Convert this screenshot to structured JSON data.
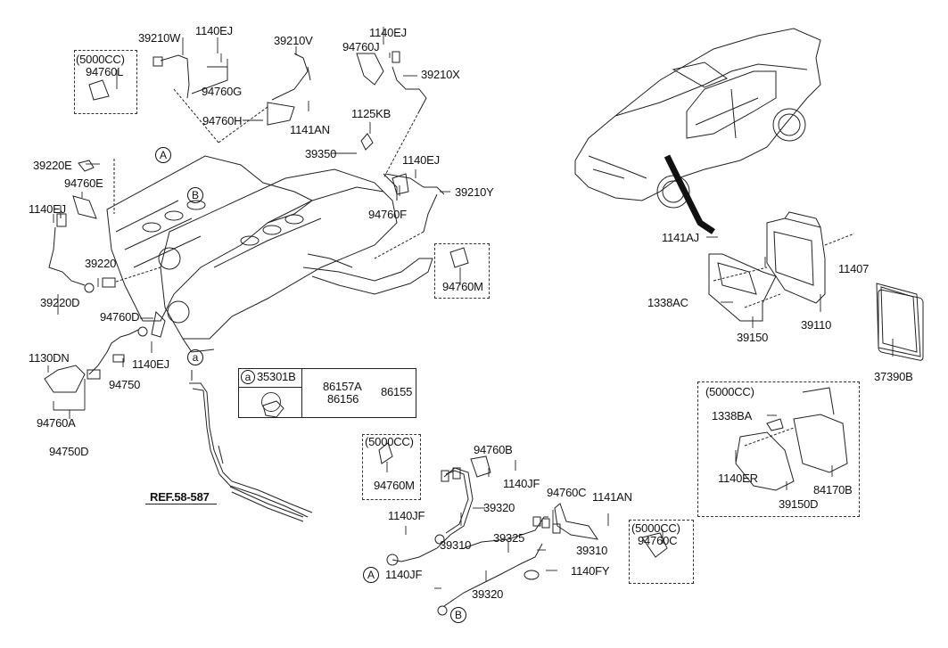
{
  "diagram": {
    "variant_label": "(5000CC)",
    "callouts": {
      "A": "A",
      "B": "B",
      "a": "a"
    },
    "reference": "REF.58-587",
    "labels": {
      "l_39210W": "39210W",
      "l_1140EJ_top": "1140EJ",
      "l_39210V": "39210V",
      "l_94760G": "94760G",
      "l_94760L": "94760L",
      "l_94760H": "94760H",
      "l_1141AN_top": "1141AN",
      "l_94760J": "94760J",
      "l_1140EJ_topright": "1140EJ",
      "l_39210X": "39210X",
      "l_1125KB": "1125KB",
      "l_39350": "39350",
      "l_1140EJ_mid": "1140EJ",
      "l_39210Y": "39210Y",
      "l_94760F": "94760F",
      "l_94760M_a": "94760M",
      "l_39220E": "39220E",
      "l_94760E": "94760E",
      "l_1140EJ_left": "1140EJ",
      "l_39220": "39220",
      "l_39220D": "39220D",
      "l_94760D": "94760D",
      "l_1130DN": "1130DN",
      "l_1140EJ_low": "1140EJ",
      "l_94750": "94750",
      "l_94760A": "94760A",
      "l_94750D": "94750D",
      "l_35301B": "35301B",
      "l_86157A": "86157A",
      "l_86156": "86156",
      "l_86155": "86155",
      "l_94760M_b": "94760M",
      "l_94760B": "94760B",
      "l_1140JF_a": "1140JF",
      "l_39320_a": "39320",
      "l_1140JF_b": "1140JF",
      "l_39310_a": "39310",
      "l_94760C_a": "94760C",
      "l_1141AN_b": "1141AN",
      "l_39325": "39325",
      "l_39310_b": "39310",
      "l_1140FY": "1140FY",
      "l_1140JF_c": "1140JF",
      "l_39320_b": "39320",
      "l_94760C_b": "94760C",
      "l_1141AJ": "1141AJ",
      "l_11407": "11407",
      "l_1338AC": "1338AC",
      "l_39110": "39110",
      "l_39150": "39150",
      "l_37390B": "37390B",
      "l_1338BA": "1338BA",
      "l_1140ER": "1140ER",
      "l_84170B": "84170B",
      "l_39150D": "39150D"
    }
  }
}
